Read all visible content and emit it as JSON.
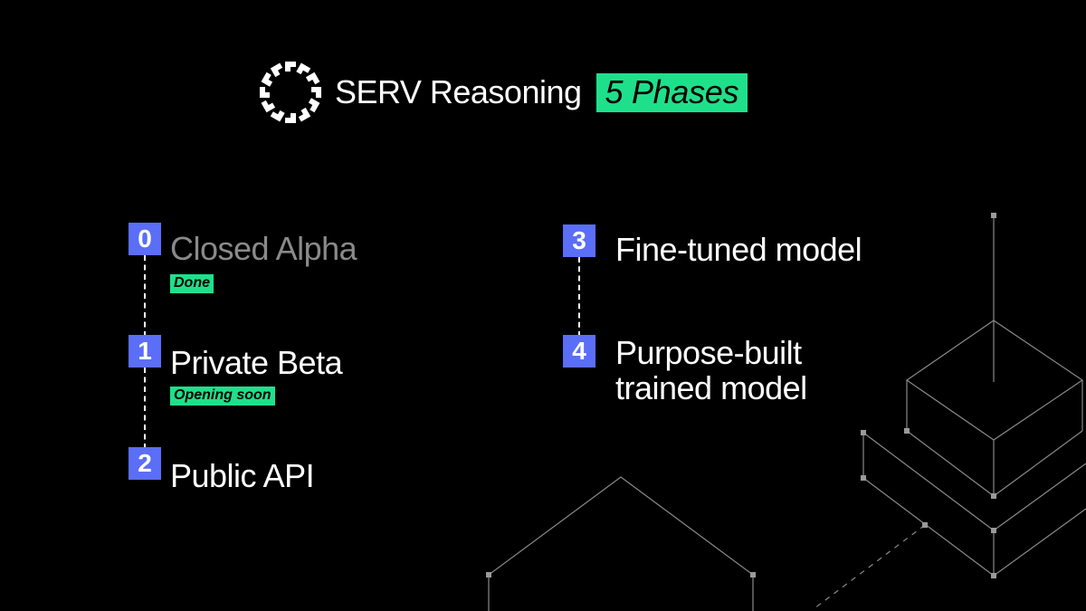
{
  "header": {
    "brand": "SERV Reasoning",
    "badge": "5 Phases",
    "logo_icon": "serv-logo-icon"
  },
  "phases": [
    {
      "number": "0",
      "label": "Closed Alpha",
      "tag": "Done"
    },
    {
      "number": "1",
      "label": "Private Beta",
      "tag": "Opening soon"
    },
    {
      "number": "2",
      "label": "Public API"
    },
    {
      "number": "3",
      "label": "Fine-tuned model"
    },
    {
      "number": "4",
      "label_line1": "Purpose-built",
      "label_line2": "trained model"
    }
  ],
  "colors": {
    "background": "#000000",
    "accent_green": "#1fe08a",
    "number_badge": "#5b6ef7",
    "muted_text": "#8a8a8a"
  }
}
